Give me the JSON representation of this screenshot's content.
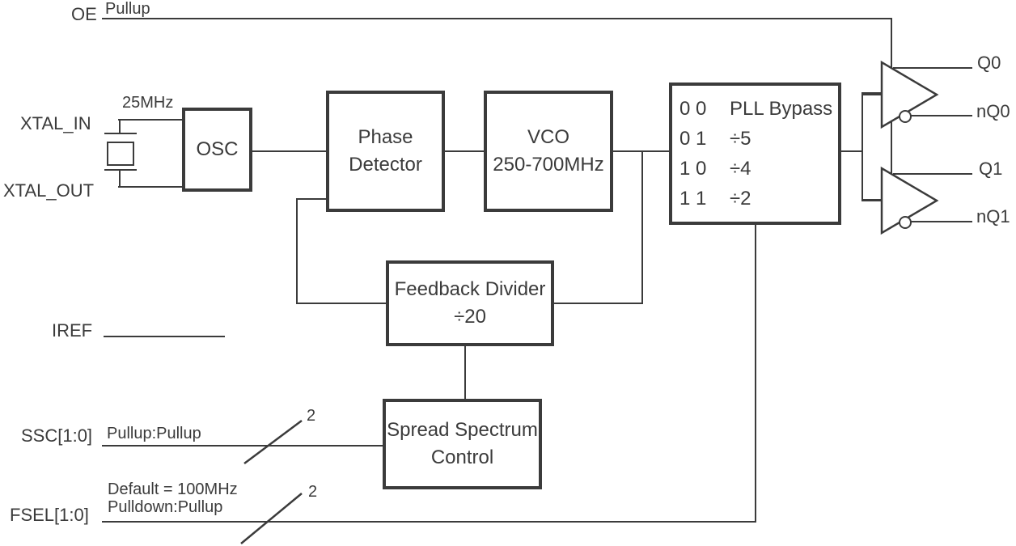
{
  "colors": {
    "ink": "#3b3b3b",
    "background": "#ffffff"
  },
  "pins": {
    "oe": {
      "name": "OE",
      "note": "Pullup"
    },
    "xtal_in": {
      "name": "XTAL_IN"
    },
    "xtal_out": {
      "name": "XTAL_OUT"
    },
    "crystal_freq": "25MHz",
    "iref": {
      "name": "IREF"
    },
    "ssc": {
      "name": "SSC[1:0]",
      "note": "Pullup:Pullup",
      "bus_width": "2"
    },
    "fsel": {
      "name": "FSEL[1:0]",
      "note_line1": "Default = 100MHz",
      "note_line2": "Pulldown:Pullup",
      "bus_width": "2"
    },
    "outputs": {
      "q0": "Q0",
      "nq0": "nQ0",
      "q1": "Q1",
      "nq1": "nQ1"
    }
  },
  "blocks": {
    "osc": {
      "label": "OSC"
    },
    "phase_detector": {
      "line1": "Phase",
      "line2": "Detector"
    },
    "vco": {
      "line1": "VCO",
      "line2": "250-700MHz"
    },
    "output_divider": {
      "rows": [
        {
          "code": "0 0",
          "value": "PLL Bypass"
        },
        {
          "code": "0 1",
          "value": "÷5"
        },
        {
          "code": "1 0",
          "value": "÷4"
        },
        {
          "code": "1 1",
          "value": "÷2"
        }
      ]
    },
    "feedback_divider": {
      "line1": "Feedback Divider",
      "line2": "÷20"
    },
    "spread_spectrum_control": {
      "line1": "Spread Spectrum",
      "line2": "Control"
    }
  }
}
